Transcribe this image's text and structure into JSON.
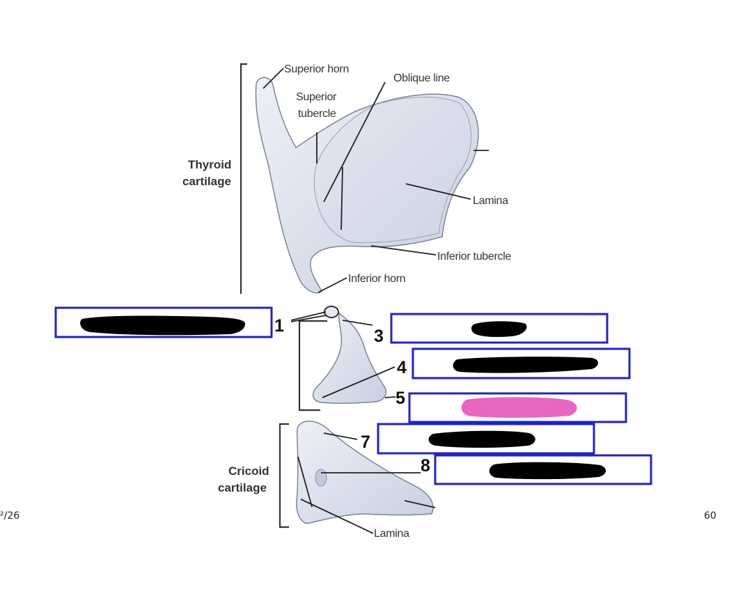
{
  "labels": {
    "superior_horn": "Superior horn",
    "oblique_line": "Oblique line",
    "superior_tubercle_1": "Superior",
    "superior_tubercle_2": "tubercle",
    "thyroid_1": "Thyroid",
    "thyroid_2": "cartilage",
    "lamina_thyroid": "Lamina",
    "inferior_tubercle": "Inferior tubercle",
    "inferior_horn": "Inferior horn",
    "cricoid_1": "Cricoid",
    "cricoid_2": "cartilage",
    "lamina_cricoid": "Lamina"
  },
  "numbers": {
    "n1": "1",
    "n3": "3",
    "n4": "4",
    "n5": "5",
    "n7": "7",
    "n8": "8"
  },
  "footer": {
    "left": "²/26",
    "right": "60"
  },
  "colors": {
    "box_border": "#1f23c4",
    "redaction": "#000000",
    "highlight": "#e865c2",
    "cartilage": "#dfe3ef"
  }
}
